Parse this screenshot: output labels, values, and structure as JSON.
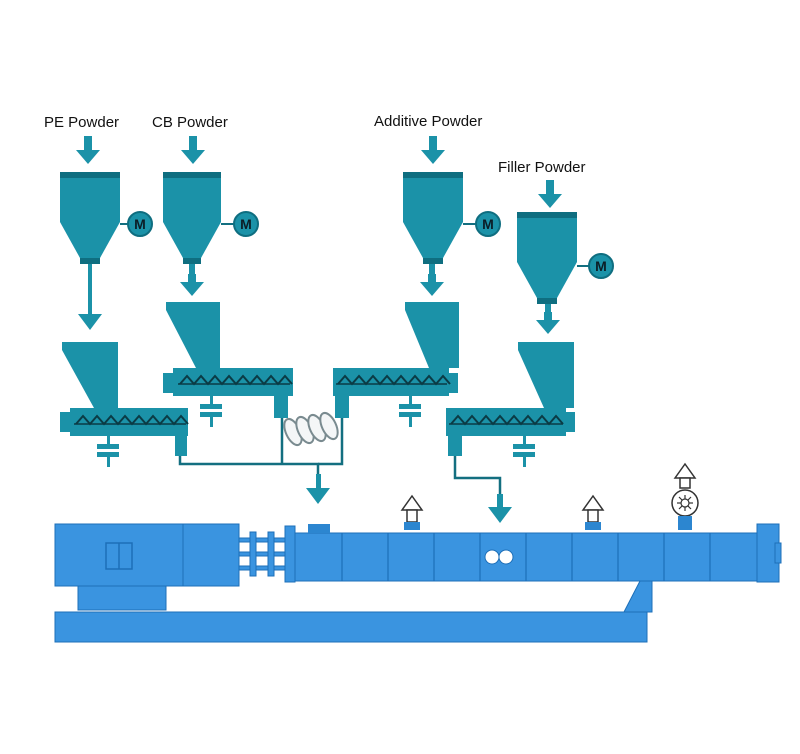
{
  "labels": {
    "pe": "PE Powder",
    "cb": "CB Powder",
    "additive": "Additive Powder",
    "filler": "Filler Powder"
  },
  "motor_label": "M",
  "colors": {
    "feeder": "#1b92a8",
    "feeder_dark": "#0f6e80",
    "line": "#136f80",
    "machine": "#3a94e0",
    "machine_line": "#1d6fb8",
    "background": "#ffffff"
  }
}
